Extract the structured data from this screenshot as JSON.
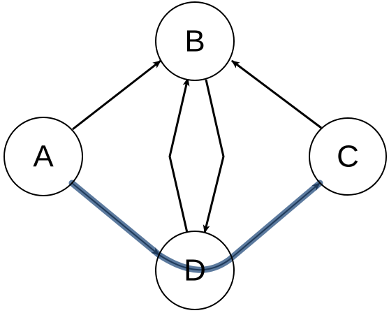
{
  "graph": {
    "nodes": [
      {
        "id": "A",
        "label": "A"
      },
      {
        "id": "B",
        "label": "B"
      },
      {
        "id": "C",
        "label": "C"
      },
      {
        "id": "D",
        "label": "D"
      }
    ],
    "edges": [
      {
        "from": "A",
        "to": "B"
      },
      {
        "from": "C",
        "to": "B"
      },
      {
        "from": "D",
        "to": "B"
      },
      {
        "from": "B",
        "to": "D"
      }
    ],
    "highlighted_path": {
      "nodes": [
        "A",
        "D",
        "C"
      ],
      "color": "#4a6b93"
    },
    "colors": {
      "node_fill": "#ffffff",
      "node_stroke": "#000000",
      "edge": "#000000"
    }
  }
}
